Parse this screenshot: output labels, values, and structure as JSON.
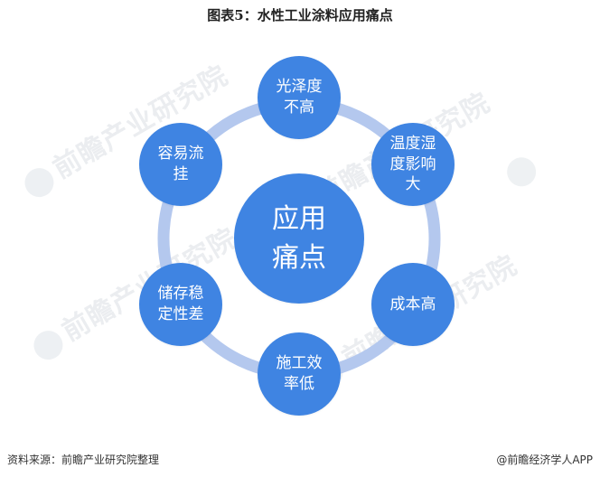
{
  "title": "图表5：水性工业涂料应用痛点",
  "diagram": {
    "center": {
      "label": "应用痛点",
      "color": "#3f84e2"
    },
    "ring_color": "#b4c8ee",
    "node_color": "#3f84e2",
    "nodes": [
      {
        "label": "光泽度不高",
        "position": "top"
      },
      {
        "label": "温度湿度影响大",
        "position": "top-right"
      },
      {
        "label": "成本高",
        "position": "bottom-right"
      },
      {
        "label": "施工效率低",
        "position": "bottom"
      },
      {
        "label": "储存稳定性差",
        "position": "bottom-left"
      },
      {
        "label": "容易流挂",
        "position": "top-left"
      }
    ]
  },
  "watermark": {
    "text": "前瞻产业研究院"
  },
  "footer": {
    "source": "资料来源：前瞻产业研究院整理",
    "credit": "@前瞻经济学人APP"
  }
}
